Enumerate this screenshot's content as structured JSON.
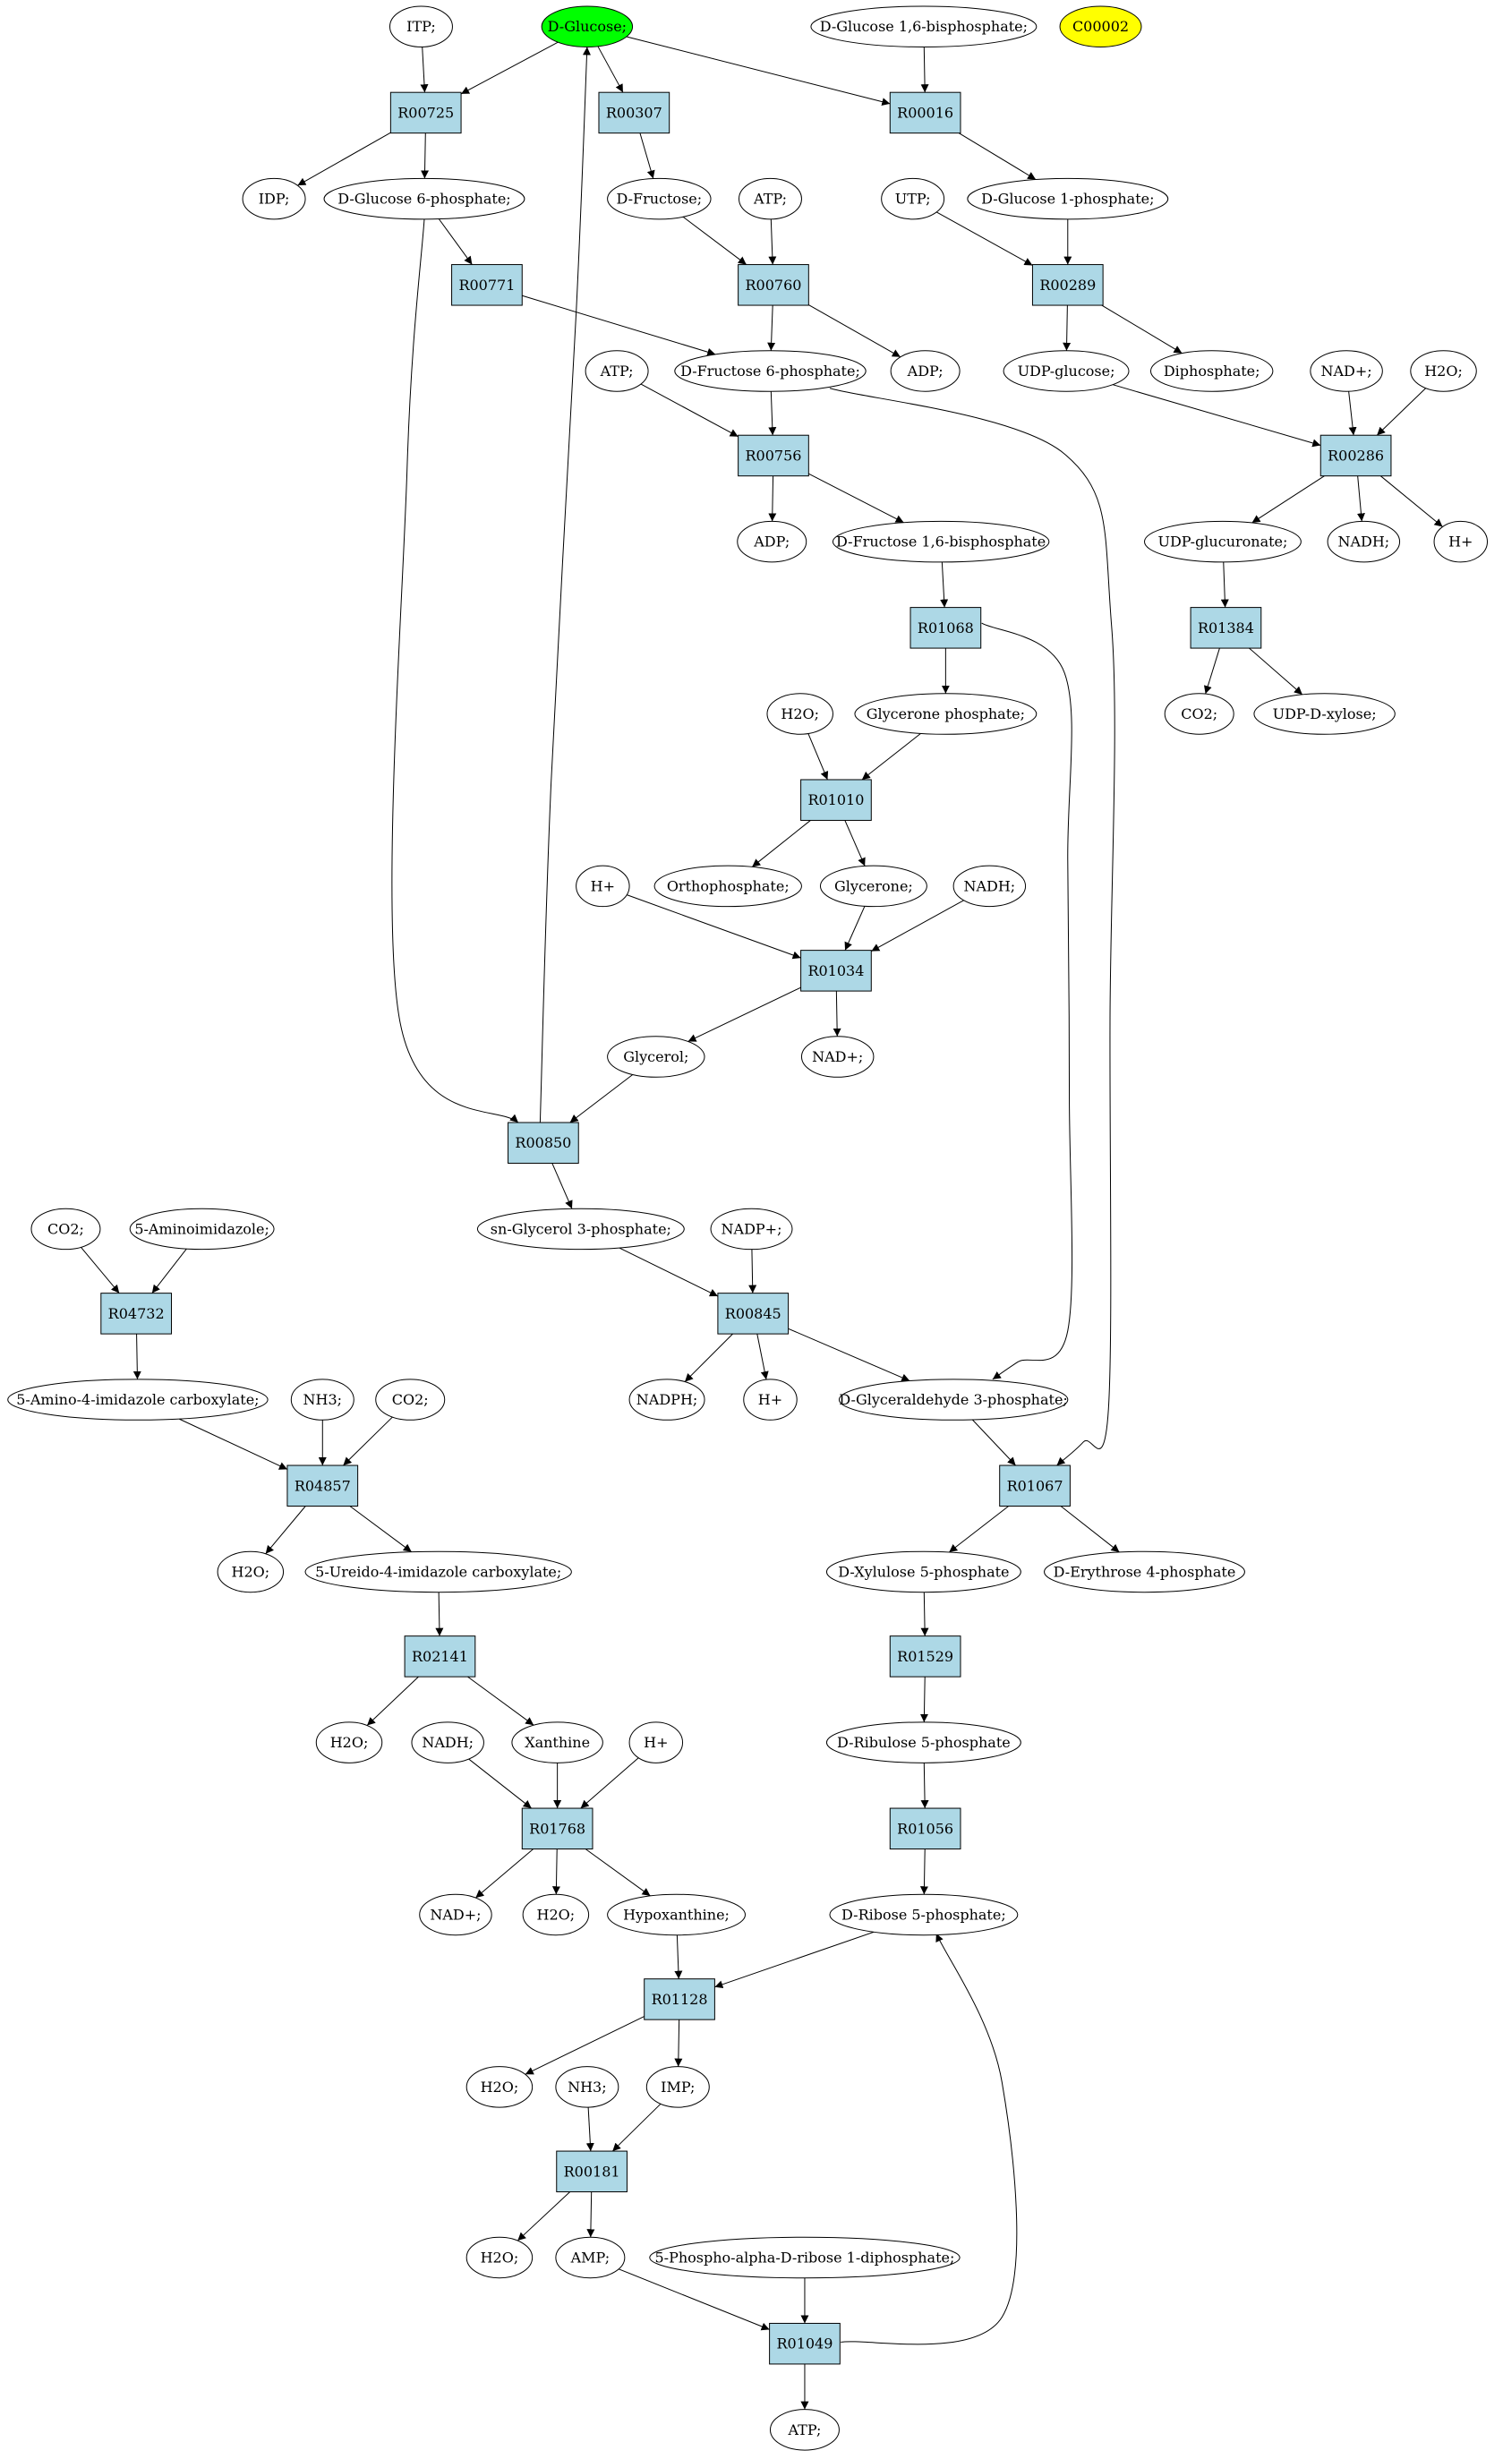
{
  "colors": {
    "reaction_fill": "#add8e6",
    "compound_fill": "#ffffff",
    "highlight_green": "#00ff00",
    "highlight_yellow": "#ffff00",
    "edge": "#000000"
  },
  "compounds": [
    {
      "id": "itp",
      "label": "ITP;"
    },
    {
      "id": "glc",
      "label": "D-Glucose;",
      "fill": "#00ff00"
    },
    {
      "id": "g16bp",
      "label": "D-Glucose 1,6-bisphosphate;"
    },
    {
      "id": "c00002",
      "label": "C00002",
      "fill": "#ffff00"
    },
    {
      "id": "idp",
      "label": "IDP;"
    },
    {
      "id": "g6p",
      "label": "D-Glucose 6-phosphate;"
    },
    {
      "id": "fru",
      "label": "D-Fructose;"
    },
    {
      "id": "atp1",
      "label": "ATP;"
    },
    {
      "id": "utp",
      "label": "UTP;"
    },
    {
      "id": "g1p",
      "label": "D-Glucose 1-phosphate;"
    },
    {
      "id": "adp1",
      "label": "ADP;"
    },
    {
      "id": "f6p",
      "label": "D-Fructose 6-phosphate;"
    },
    {
      "id": "atp2",
      "label": "ATP;"
    },
    {
      "id": "udpglc",
      "label": "UDP-glucose;"
    },
    {
      "id": "diph",
      "label": "Diphosphate;"
    },
    {
      "id": "nadp1",
      "label": "NAD+;"
    },
    {
      "id": "h2o1",
      "label": "H2O;"
    },
    {
      "id": "adp2",
      "label": "ADP;"
    },
    {
      "id": "f16bp",
      "label": "D-Fructose 1,6-bisphosphate"
    },
    {
      "id": "udpglcu",
      "label": "UDP-glucuronate;"
    },
    {
      "id": "nadh1",
      "label": "NADH;"
    },
    {
      "id": "h1",
      "label": "H+"
    },
    {
      "id": "h2o2",
      "label": "H2O;"
    },
    {
      "id": "glyp",
      "label": "Glycerone phosphate;"
    },
    {
      "id": "co21",
      "label": "CO2;"
    },
    {
      "id": "udpxyl",
      "label": "UDP-D-xylose;"
    },
    {
      "id": "orthop",
      "label": "Orthophosphate;"
    },
    {
      "id": "glycerone",
      "label": "Glycerone;"
    },
    {
      "id": "h2",
      "label": "H+"
    },
    {
      "id": "nadh2",
      "label": "NADH;"
    },
    {
      "id": "glycerol",
      "label": "Glycerol;"
    },
    {
      "id": "nadp2",
      "label": "NAD+;"
    },
    {
      "id": "g3p",
      "label": "sn-Glycerol 3-phosphate;"
    },
    {
      "id": "nadpplus",
      "label": "NADP+;"
    },
    {
      "id": "co22",
      "label": "CO2;"
    },
    {
      "id": "aminoimid",
      "label": "5-Aminoimidazole;"
    },
    {
      "id": "nadph",
      "label": "NADPH;"
    },
    {
      "id": "h3",
      "label": "H+"
    },
    {
      "id": "gap",
      "label": "D-Glyceraldehyde 3-phosphate;"
    },
    {
      "id": "aic",
      "label": "5-Amino-4-imidazole carboxylate;"
    },
    {
      "id": "nh31",
      "label": "NH3;"
    },
    {
      "id": "co23",
      "label": "CO2;"
    },
    {
      "id": "h2o3",
      "label": "H2O;"
    },
    {
      "id": "uic",
      "label": "5-Ureido-4-imidazole carboxylate;"
    },
    {
      "id": "xu5p",
      "label": "D-Xylulose 5-phosphate"
    },
    {
      "id": "e4p",
      "label": "D-Erythrose 4-phosphate"
    },
    {
      "id": "h2o4",
      "label": "H2O;"
    },
    {
      "id": "nadh3",
      "label": "NADH;"
    },
    {
      "id": "xanthine",
      "label": "Xanthine"
    },
    {
      "id": "h4",
      "label": "H+"
    },
    {
      "id": "ru5p",
      "label": "D-Ribulose 5-phosphate"
    },
    {
      "id": "nadp3",
      "label": "NAD+;"
    },
    {
      "id": "h2o5",
      "label": "H2O;"
    },
    {
      "id": "hypox",
      "label": "Hypoxanthine;"
    },
    {
      "id": "r5p",
      "label": "D-Ribose 5-phosphate;"
    },
    {
      "id": "h2o6",
      "label": "H2O;"
    },
    {
      "id": "nh32",
      "label": "NH3;"
    },
    {
      "id": "imp",
      "label": "IMP;"
    },
    {
      "id": "h2o7",
      "label": "H2O;"
    },
    {
      "id": "amp",
      "label": "AMP;"
    },
    {
      "id": "prpp",
      "label": "5-Phospho-alpha-D-ribose 1-diphosphate;"
    },
    {
      "id": "atp3",
      "label": "ATP;"
    }
  ],
  "reactions": [
    {
      "id": "R00725",
      "label": "R00725"
    },
    {
      "id": "R00307",
      "label": "R00307"
    },
    {
      "id": "R00016",
      "label": "R00016"
    },
    {
      "id": "R00771",
      "label": "R00771"
    },
    {
      "id": "R00760",
      "label": "R00760"
    },
    {
      "id": "R00289",
      "label": "R00289"
    },
    {
      "id": "R00756",
      "label": "R00756"
    },
    {
      "id": "R00286",
      "label": "R00286"
    },
    {
      "id": "R01068",
      "label": "R01068"
    },
    {
      "id": "R01384",
      "label": "R01384"
    },
    {
      "id": "R01010",
      "label": "R01010"
    },
    {
      "id": "R01034",
      "label": "R01034"
    },
    {
      "id": "R00850",
      "label": "R00850"
    },
    {
      "id": "R04732",
      "label": "R04732"
    },
    {
      "id": "R00845",
      "label": "R00845"
    },
    {
      "id": "R04857",
      "label": "R04857"
    },
    {
      "id": "R01067",
      "label": "R01067"
    },
    {
      "id": "R02141",
      "label": "R02141"
    },
    {
      "id": "R01529",
      "label": "R01529"
    },
    {
      "id": "R01768",
      "label": "R01768"
    },
    {
      "id": "R01056",
      "label": "R01056"
    },
    {
      "id": "R01128",
      "label": "R01128"
    },
    {
      "id": "R00181",
      "label": "R00181"
    },
    {
      "id": "R01049",
      "label": "R01049"
    }
  ],
  "edges": [
    [
      "itp",
      "R00725"
    ],
    [
      "glc",
      "R00725"
    ],
    [
      "R00725",
      "idp"
    ],
    [
      "R00725",
      "g6p"
    ],
    [
      "glc",
      "R00307"
    ],
    [
      "R00307",
      "fru"
    ],
    [
      "glc",
      "R00016"
    ],
    [
      "g16bp",
      "R00016"
    ],
    [
      "R00016",
      "g1p"
    ],
    [
      "g6p",
      "R00771"
    ],
    [
      "R00771",
      "f6p"
    ],
    [
      "fru",
      "R00760"
    ],
    [
      "atp1",
      "R00760"
    ],
    [
      "R00760",
      "f6p"
    ],
    [
      "R00760",
      "adp1"
    ],
    [
      "utp",
      "R00289"
    ],
    [
      "g1p",
      "R00289"
    ],
    [
      "R00289",
      "udpglc"
    ],
    [
      "R00289",
      "diph"
    ],
    [
      "atp2",
      "R00756"
    ],
    [
      "f6p",
      "R00756"
    ],
    [
      "R00756",
      "adp2"
    ],
    [
      "R00756",
      "f16bp"
    ],
    [
      "udpglc",
      "R00286"
    ],
    [
      "nadp1",
      "R00286"
    ],
    [
      "h2o1",
      "R00286"
    ],
    [
      "R00286",
      "udpglcu"
    ],
    [
      "R00286",
      "nadh1"
    ],
    [
      "R00286",
      "h1"
    ],
    [
      "f16bp",
      "R01068"
    ],
    [
      "R01068",
      "glyp"
    ],
    [
      "R01068",
      "gap"
    ],
    [
      "udpglcu",
      "R01384"
    ],
    [
      "R01384",
      "co21"
    ],
    [
      "R01384",
      "udpxyl"
    ],
    [
      "h2o2",
      "R01010"
    ],
    [
      "glyp",
      "R01010"
    ],
    [
      "R01010",
      "orthop"
    ],
    [
      "R01010",
      "glycerone"
    ],
    [
      "h2",
      "R01034"
    ],
    [
      "glycerone",
      "R01034"
    ],
    [
      "nadh2",
      "R01034"
    ],
    [
      "R01034",
      "glycerol"
    ],
    [
      "R01034",
      "nadp2"
    ],
    [
      "g6p",
      "R00850"
    ],
    [
      "glycerol",
      "R00850"
    ],
    [
      "R00850",
      "glc"
    ],
    [
      "R00850",
      "g3p"
    ],
    [
      "co22",
      "R04732"
    ],
    [
      "aminoimid",
      "R04732"
    ],
    [
      "R04732",
      "aic"
    ],
    [
      "g3p",
      "R00845"
    ],
    [
      "nadpplus",
      "R00845"
    ],
    [
      "R00845",
      "nadph"
    ],
    [
      "R00845",
      "h3"
    ],
    [
      "R00845",
      "gap"
    ],
    [
      "aic",
      "R04857"
    ],
    [
      "nh31",
      "R04857"
    ],
    [
      "co23",
      "R04857"
    ],
    [
      "R04857",
      "h2o3"
    ],
    [
      "R04857",
      "uic"
    ],
    [
      "gap",
      "R01067"
    ],
    [
      "f6p",
      "R01067"
    ],
    [
      "R01067",
      "xu5p"
    ],
    [
      "R01067",
      "e4p"
    ],
    [
      "uic",
      "R02141"
    ],
    [
      "R02141",
      "h2o4"
    ],
    [
      "R02141",
      "xanthine"
    ],
    [
      "xu5p",
      "R01529"
    ],
    [
      "R01529",
      "ru5p"
    ],
    [
      "nadh3",
      "R01768"
    ],
    [
      "xanthine",
      "R01768"
    ],
    [
      "h4",
      "R01768"
    ],
    [
      "R01768",
      "nadp3"
    ],
    [
      "R01768",
      "h2o5"
    ],
    [
      "R01768",
      "hypox"
    ],
    [
      "ru5p",
      "R01056"
    ],
    [
      "R01056",
      "r5p"
    ],
    [
      "hypox",
      "R01128"
    ],
    [
      "r5p",
      "R01128"
    ],
    [
      "R01128",
      "h2o6"
    ],
    [
      "R01128",
      "imp"
    ],
    [
      "nh32",
      "R00181"
    ],
    [
      "imp",
      "R00181"
    ],
    [
      "R00181",
      "h2o7"
    ],
    [
      "R00181",
      "amp"
    ],
    [
      "amp",
      "R01049"
    ],
    [
      "prpp",
      "R01049"
    ],
    [
      "R01049",
      "atp3"
    ],
    [
      "R01049",
      "r5p"
    ]
  ]
}
